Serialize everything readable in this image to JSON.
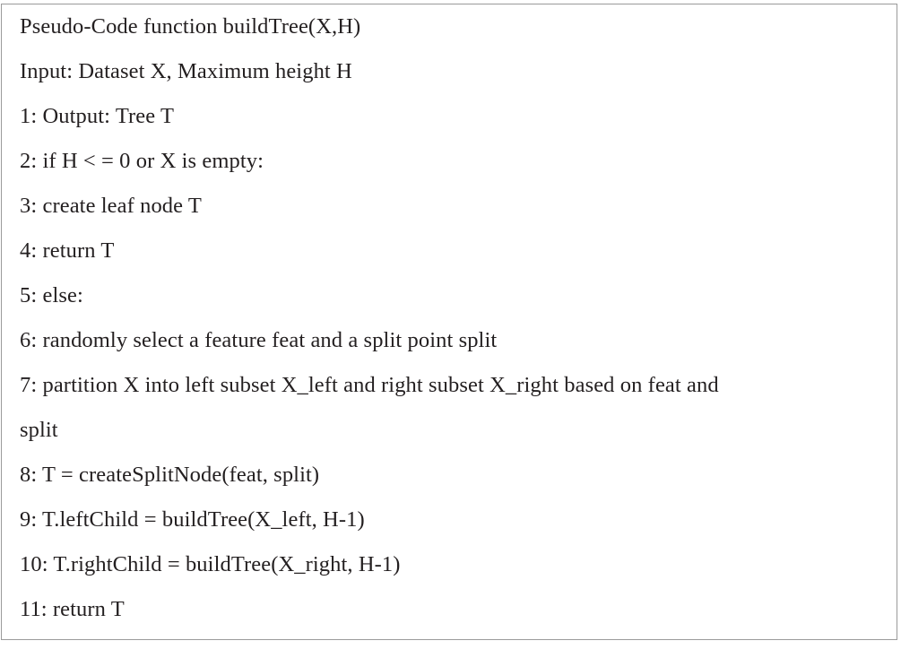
{
  "pseudocode": {
    "lines": [
      "Pseudo-Code function buildTree(X,H)",
      "Input: Dataset X, Maximum height H",
      "1: Output: Tree T",
      "2: if H < = 0 or X is empty:",
      "3: create leaf node T",
      "4: return T",
      "5: else:",
      "6: randomly select a feature feat and a split point split",
      "7: partition X into left subset X_left and right subset X_right based on feat and",
      "split",
      "8: T = createSplitNode(feat, split)",
      "9: T.leftChild = buildTree(X_left, H-1)",
      "10: T.rightChild = buildTree(X_right, H-1)",
      "11: return T"
    ]
  }
}
